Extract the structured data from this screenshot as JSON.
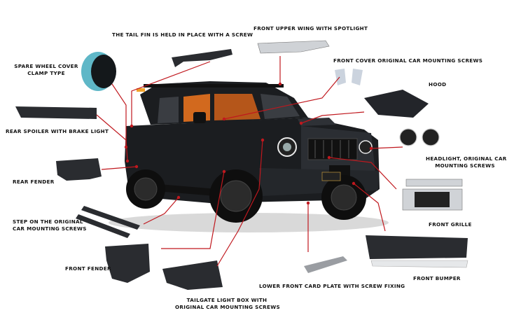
{
  "labels": {
    "tail_fin": "THE TAIL FIN IS HELD IN PLACE WITH A SCREW",
    "front_upper_wing": "FRONT UPPER WING WITH SPOTLIGHT",
    "spare_wheel_cover_1": "SPARE WHEEL COVER",
    "spare_wheel_cover_2": "CLAMP TYPE",
    "front_cover": "FRONT COVER ORIGINAL CAR MOUNTING SCREWS",
    "hood": "HOOD",
    "rear_spoiler": "REAR SPOILER WITH BRAKE LIGHT",
    "headlight_1": "HEADLIGHT, ORIGINAL CAR",
    "headlight_2": "MOUNTING SCREWS",
    "rear_fender": "REAR FENDER",
    "front_grille": "FRONT GRILLE",
    "step_1": "STEP ON THE ORIGINAL",
    "step_2": "CAR MOUNTING SCREWS",
    "front_fender": "FRONT FENDER",
    "front_bumper": "FRONT BUMPER",
    "lower_front_plate": "LOWER FRONT CARD PLATE WITH SCREW FIXING",
    "tailgate_1": "TAILGATE LIGHT BOX WITH",
    "tailgate_2": "ORIGINAL CAR MOUNTING SCREWS"
  },
  "colors": {
    "leader": "#c0181e",
    "dot": "#c0181e",
    "body": "#1b1d20",
    "interior": "#d2691e",
    "part": "#2a2c30",
    "spare_cover": "#5fb7c7"
  }
}
